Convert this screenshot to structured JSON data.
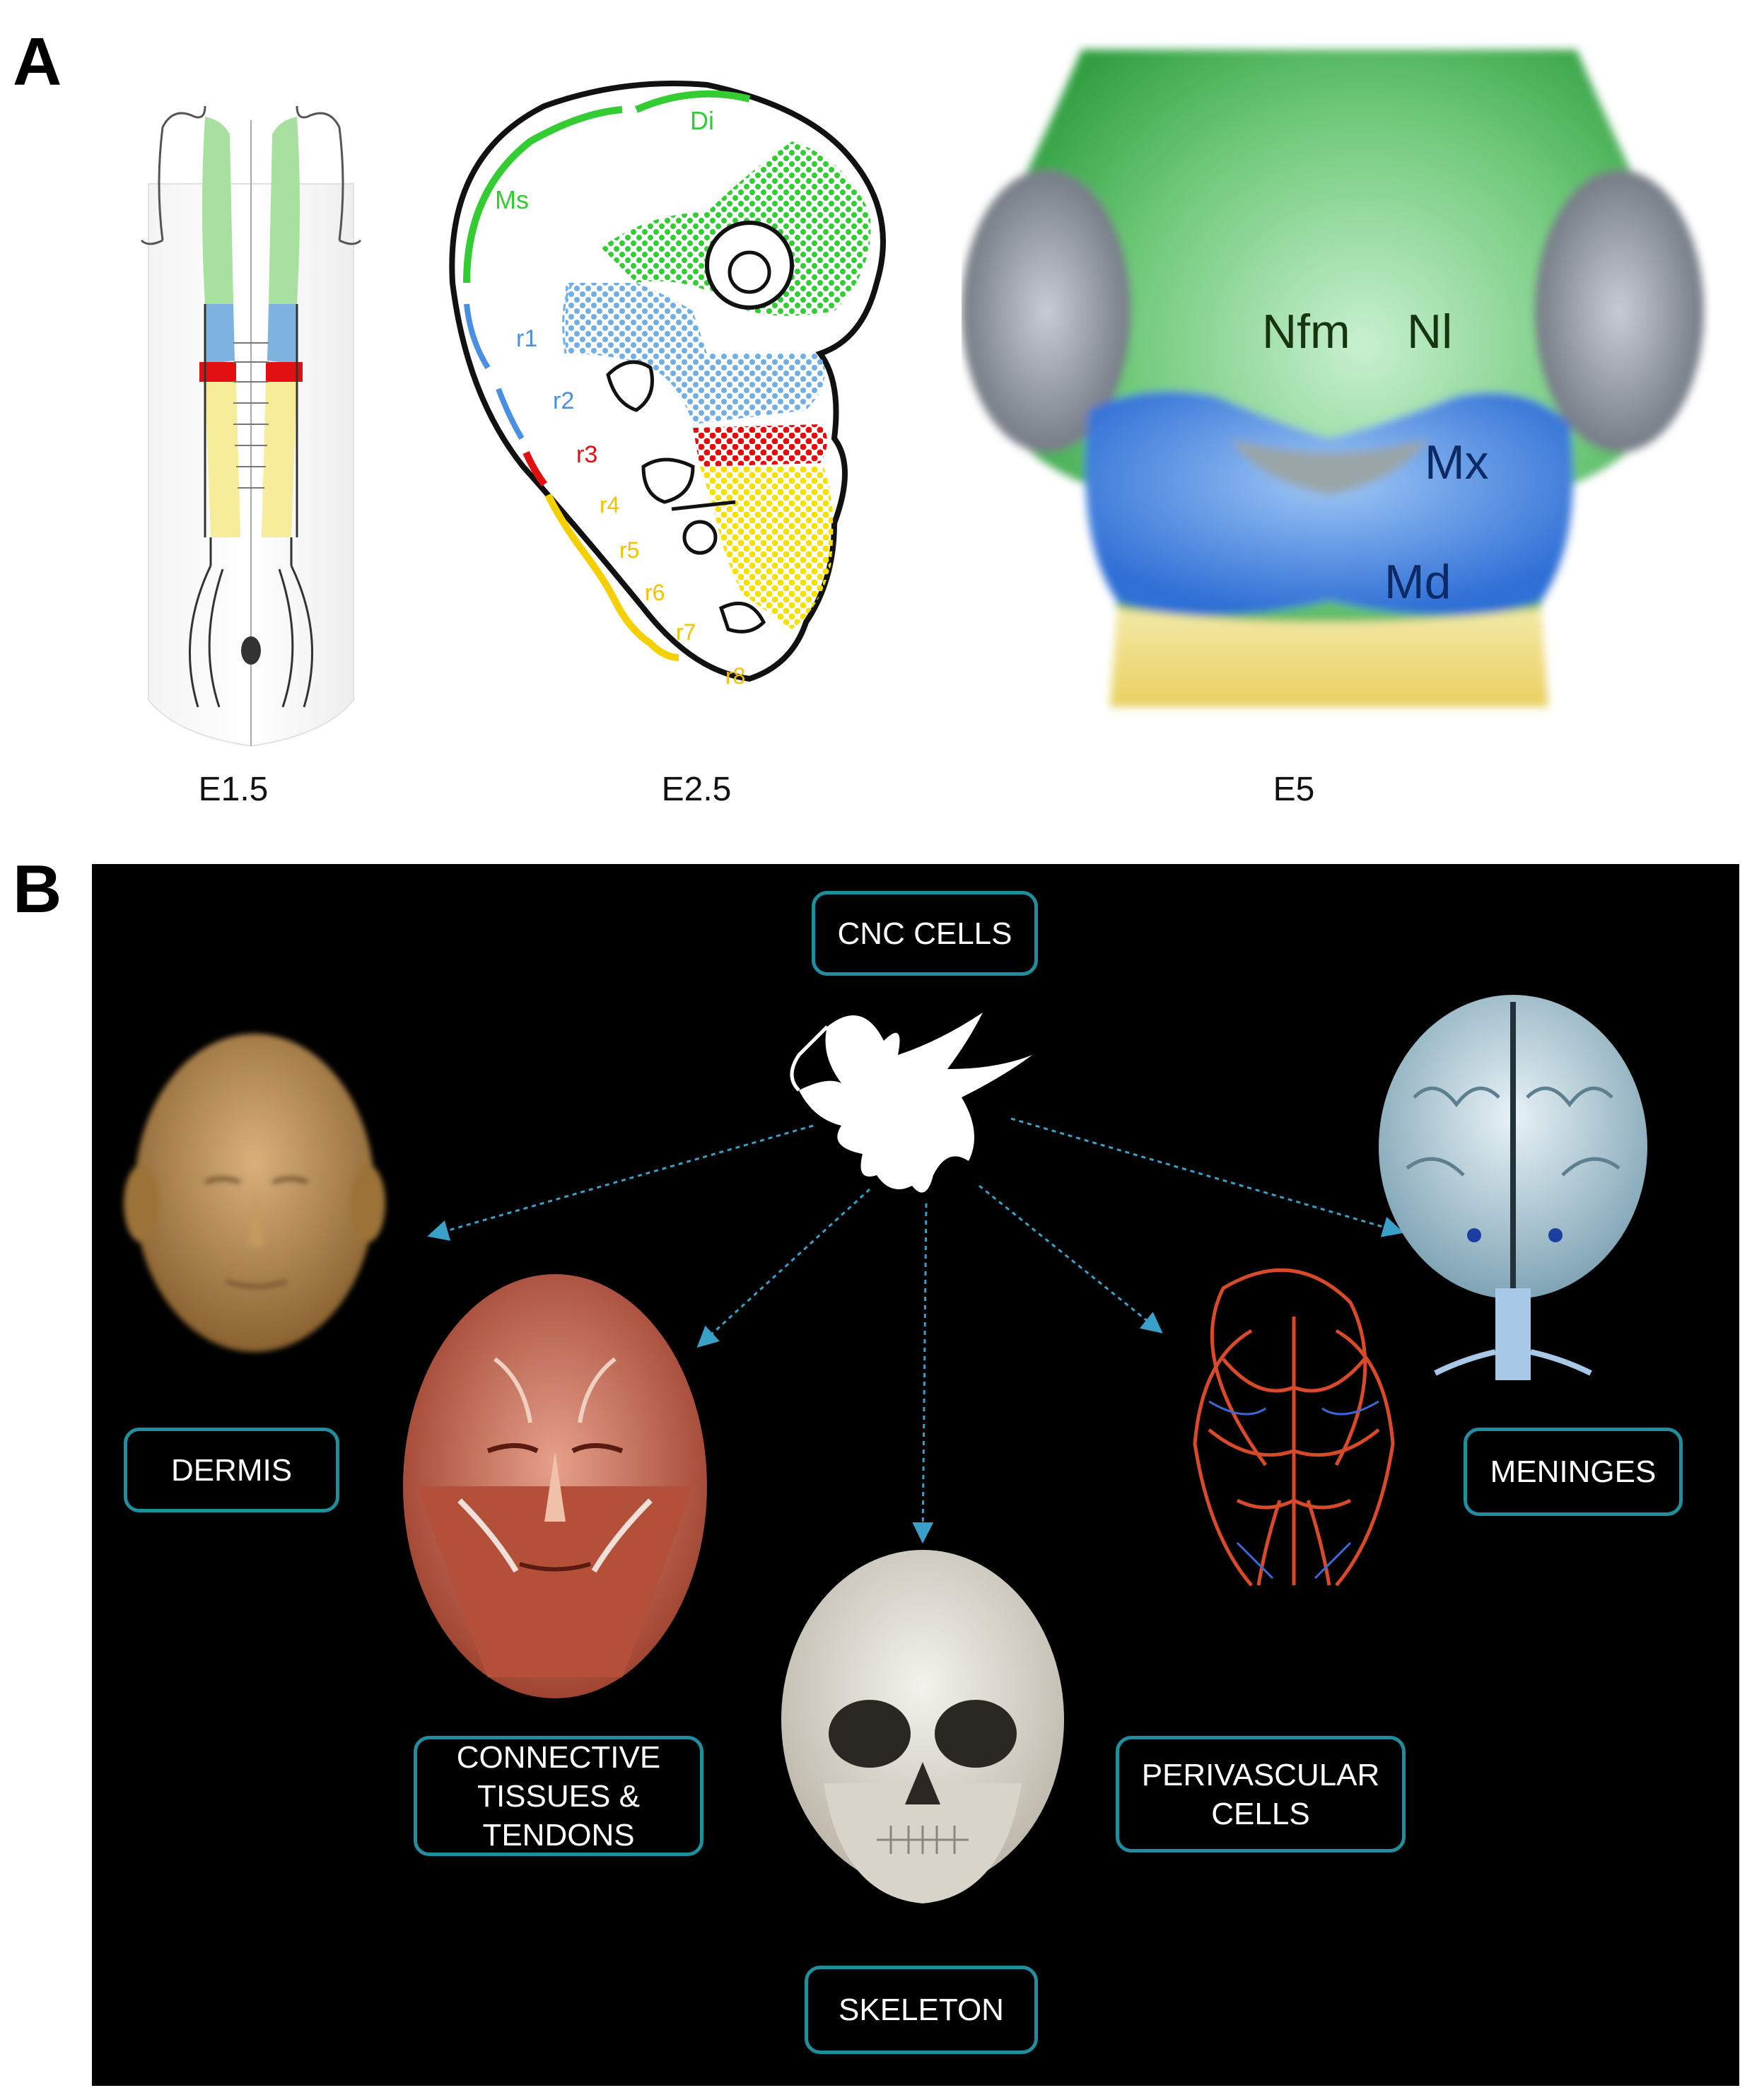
{
  "panel_a": {
    "letter": "A",
    "stages": {
      "e1_5": "E1.5",
      "e2_5": "E2.5",
      "e5": "E5"
    },
    "e2_5_labels": {
      "di": "Di",
      "ms": "Ms",
      "r1": "r1",
      "r2": "r2",
      "r3": "r3",
      "r4": "r4",
      "r5": "r5",
      "r6": "r6",
      "r7": "r7",
      "r8": "r8"
    },
    "e5_labels": {
      "nfm": "Nfm",
      "nl": "Nl",
      "mx": "Mx",
      "md": "Md"
    }
  },
  "panel_b": {
    "letter": "B",
    "source_box": "CNC CELLS",
    "targets": {
      "dermis": "DERMIS",
      "connective_line1": "CONNECTIVE",
      "connective_line2": "TISSUES &",
      "connective_line3": "TENDONS",
      "skeleton": "SKELETON",
      "perivascular_line1": "PERIVASCULAR",
      "perivascular_line2": "CELLS",
      "meninges": "MENINGES"
    }
  },
  "colors": {
    "green": "#33cc33",
    "blue": "#4a90e2",
    "red": "#e01010",
    "yellow": "#f5d000",
    "teal_border": "#1f8e9e",
    "arrow": "#3aa0c8"
  }
}
